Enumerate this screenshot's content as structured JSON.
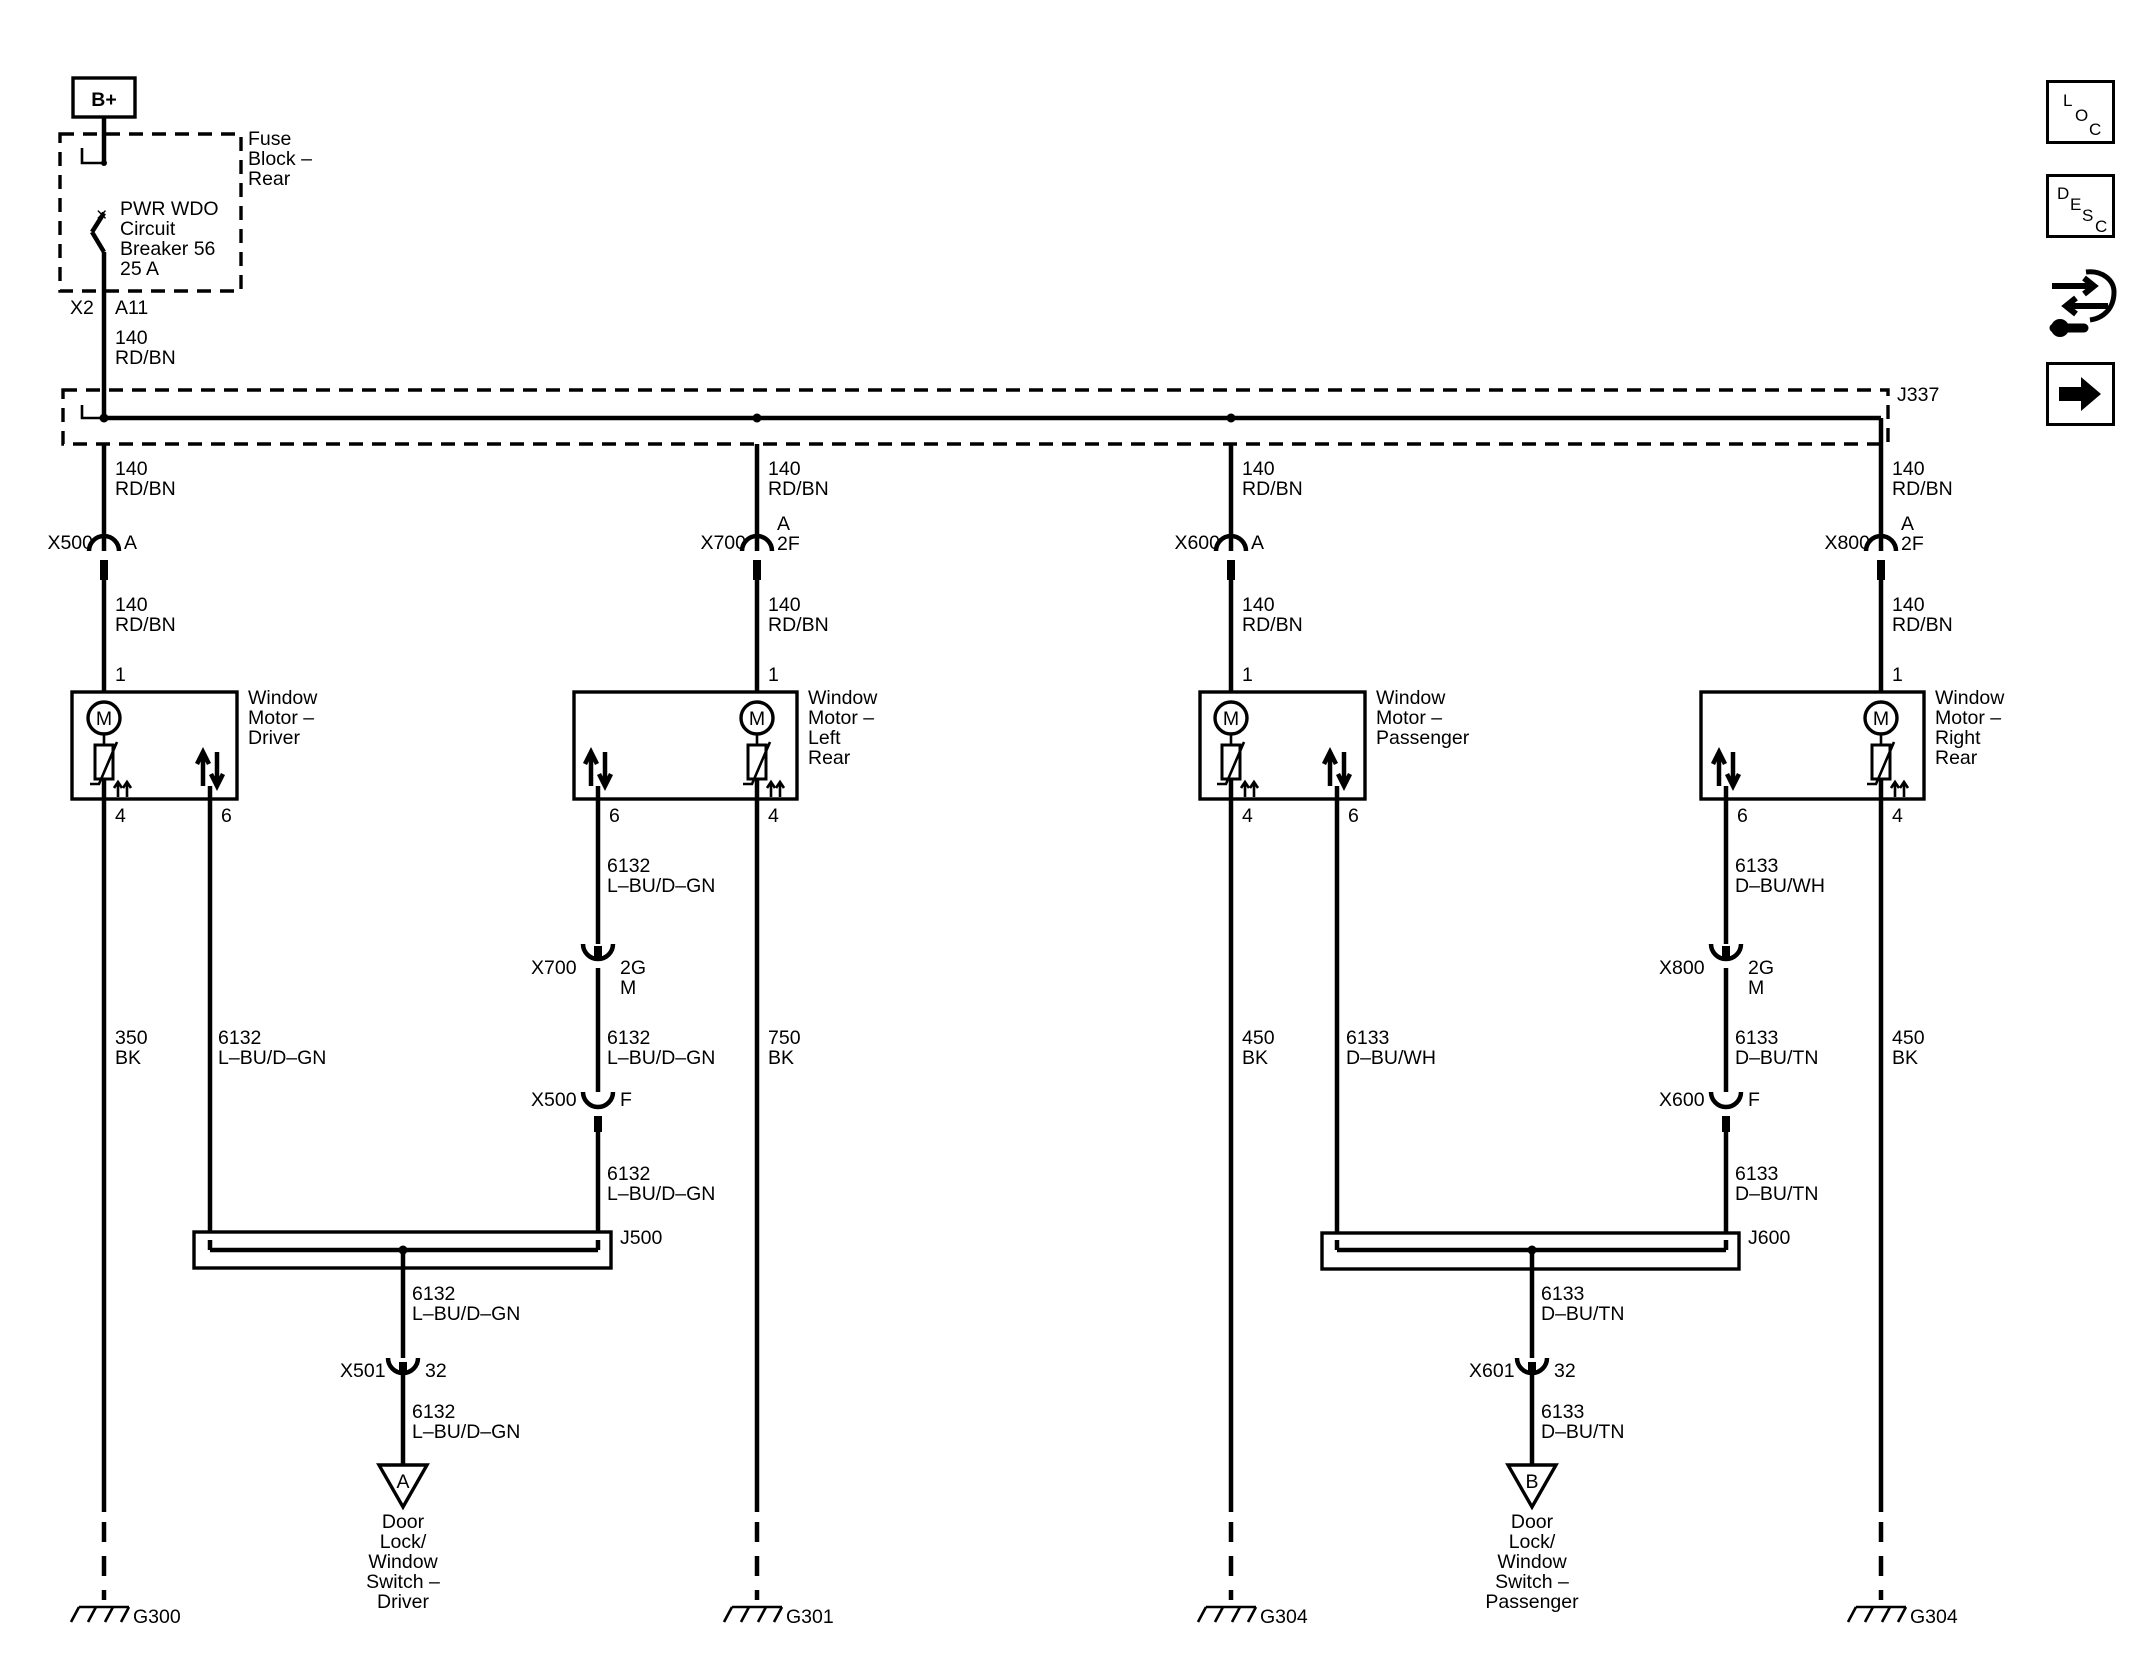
{
  "source": {
    "label": "B+"
  },
  "fuse_block": {
    "name_lines": [
      "Fuse",
      "Block –",
      "Rear"
    ],
    "breaker_lines": [
      "PWR WDO",
      "Circuit",
      "Breaker 56",
      "25 A"
    ],
    "conn_x2": "X2",
    "conn_a11": "A11"
  },
  "feed": {
    "circuit": "140",
    "color": "RD/BN"
  },
  "splice_top": {
    "label": "J337"
  },
  "motors": [
    {
      "name_lines": [
        "Window",
        "Motor –",
        "Driver"
      ],
      "pin_feed": "1",
      "pin_ground": "4",
      "pin_ctrl": "6",
      "conn": "X500",
      "conn_pin": [
        "A"
      ],
      "gnd_circuit": "350",
      "gnd_color": "BK",
      "ground": "G300"
    },
    {
      "name_lines": [
        "Window",
        "Motor –",
        "Left",
        "Rear"
      ],
      "pin_feed": "1",
      "pin_ground": "4",
      "pin_ctrl": "6",
      "conn": "X700",
      "conn_pin": [
        "A",
        "2F"
      ],
      "gnd_circuit": "750",
      "gnd_color": "BK",
      "ground": "G301"
    },
    {
      "name_lines": [
        "Window",
        "Motor –",
        "Passenger"
      ],
      "pin_feed": "1",
      "pin_ground": "4",
      "pin_ctrl": "6",
      "conn": "X600",
      "conn_pin": [
        "A"
      ],
      "gnd_circuit": "450",
      "gnd_color": "BK",
      "ground": "G304"
    },
    {
      "name_lines": [
        "Window",
        "Motor –",
        "Right",
        "Rear"
      ],
      "pin_feed": "1",
      "pin_ground": "4",
      "pin_ctrl": "6",
      "conn": "X800",
      "conn_pin": [
        "A",
        "2F"
      ],
      "gnd_circuit": "450",
      "gnd_color": "BK",
      "ground": "G304"
    }
  ],
  "driver_side": {
    "direct_circuit": "6132",
    "direct_color": "L–BU/D–GN",
    "rear_wire1_circuit": "6132",
    "rear_wire1_color": "L–BU/D–GN",
    "conn_x700": "X700",
    "conn_x700_pins": [
      "2G",
      "M"
    ],
    "rear_wire2_circuit": "6132",
    "rear_wire2_color": "L–BU/D–GN",
    "conn_x500": "X500",
    "conn_x500_pin": "F",
    "rear_wire3_circuit": "6132",
    "rear_wire3_color": "L–BU/D–GN",
    "splice": "J500",
    "out_circuit": "6132",
    "out_color": "L–BU/D–GN",
    "conn_x501": "X501",
    "conn_x501_pin": "32",
    "out2_circuit": "6132",
    "out2_color": "L–BU/D–GN",
    "ref_letter": "A",
    "ref_lines": [
      "Door",
      "Lock/",
      "Window",
      "Switch –",
      "Driver"
    ]
  },
  "passenger_side": {
    "direct_circuit": "6133",
    "direct_color": "D–BU/WH",
    "rear_wire1_circuit": "6133",
    "rear_wire1_color": "D–BU/WH",
    "conn_x800": "X800",
    "conn_x800_pins": [
      "2G",
      "M"
    ],
    "rear_wire2_circuit": "6133",
    "rear_wire2_color": "D–BU/TN",
    "conn_x600": "X600",
    "conn_x600_pin": "F",
    "rear_wire3_circuit": "6133",
    "rear_wire3_color": "D–BU/TN",
    "splice": "J600",
    "out_circuit": "6133",
    "out_color": "D–BU/TN",
    "conn_x601": "X601",
    "conn_x601_pin": "32",
    "out2_circuit": "6133",
    "out2_color": "D–BU/TN",
    "ref_letter": "B",
    "ref_lines": [
      "Door",
      "Lock/",
      "Window",
      "Switch –",
      "Passenger"
    ]
  },
  "motor_symbol": {
    "label": "M"
  },
  "nav": {
    "loc": [
      "L",
      "O",
      "C"
    ],
    "desc": [
      "D",
      "E",
      "S",
      "C"
    ],
    "icons": [
      "connector-end-view-icon",
      "next-page-arrow-icon"
    ]
  }
}
